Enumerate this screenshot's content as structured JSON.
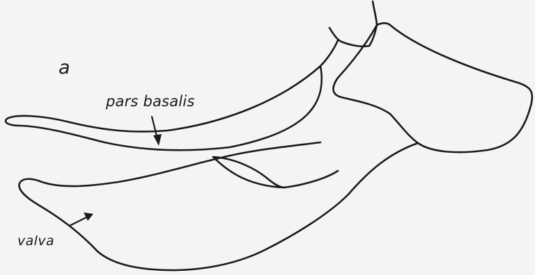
{
  "figure": {
    "panel_letter": "a",
    "labels": {
      "pars_basalis": "pars basalis",
      "valva": "valva"
    }
  }
}
